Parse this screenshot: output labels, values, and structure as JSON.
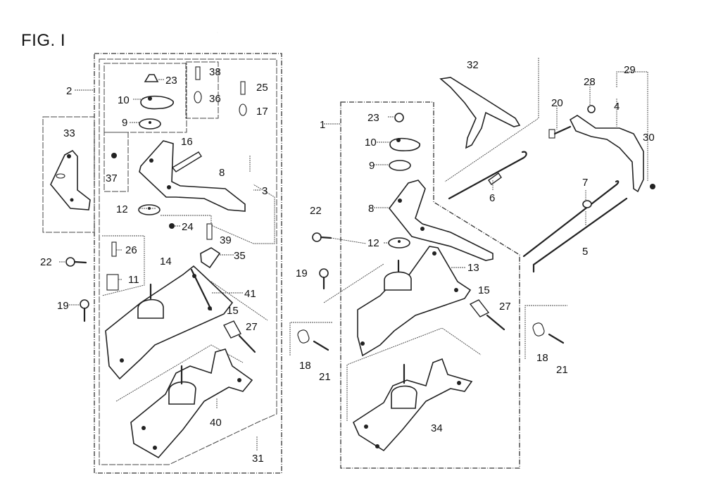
{
  "figure": {
    "title": "FIG. I",
    "type": "exploded parts diagram"
  },
  "callouts_left_assembly": [
    {
      "id": "2",
      "label": "2"
    },
    {
      "id": "23",
      "label": "23"
    },
    {
      "id": "38",
      "label": "38"
    },
    {
      "id": "10",
      "label": "10"
    },
    {
      "id": "36",
      "label": "36"
    },
    {
      "id": "25",
      "label": "25"
    },
    {
      "id": "17",
      "label": "17"
    },
    {
      "id": "9",
      "label": "9"
    },
    {
      "id": "16",
      "label": "16"
    },
    {
      "id": "33",
      "label": "33"
    },
    {
      "id": "37",
      "label": "37"
    },
    {
      "id": "8",
      "label": "8"
    },
    {
      "id": "3",
      "label": "3"
    },
    {
      "id": "12",
      "label": "12"
    },
    {
      "id": "24",
      "label": "24"
    },
    {
      "id": "39",
      "label": "39"
    },
    {
      "id": "26",
      "label": "26"
    },
    {
      "id": "35",
      "label": "35"
    },
    {
      "id": "22",
      "label": "22"
    },
    {
      "id": "14",
      "label": "14"
    },
    {
      "id": "11",
      "label": "11"
    },
    {
      "id": "41",
      "label": "41"
    },
    {
      "id": "19",
      "label": "19"
    },
    {
      "id": "15",
      "label": "15"
    },
    {
      "id": "27",
      "label": "27"
    },
    {
      "id": "40",
      "label": "40"
    },
    {
      "id": "31",
      "label": "31"
    }
  ],
  "callouts_right_assembly": [
    {
      "id": "32",
      "label": "32"
    },
    {
      "id": "29",
      "label": "29"
    },
    {
      "id": "1",
      "label": "1"
    },
    {
      "id": "23",
      "label": "23"
    },
    {
      "id": "28",
      "label": "28"
    },
    {
      "id": "20",
      "label": "20"
    },
    {
      "id": "4",
      "label": "4"
    },
    {
      "id": "10",
      "label": "10"
    },
    {
      "id": "30",
      "label": "30"
    },
    {
      "id": "9",
      "label": "9"
    },
    {
      "id": "6",
      "label": "6"
    },
    {
      "id": "7",
      "label": "7"
    },
    {
      "id": "22",
      "label": "22"
    },
    {
      "id": "8",
      "label": "8"
    },
    {
      "id": "12",
      "label": "12"
    },
    {
      "id": "5",
      "label": "5"
    },
    {
      "id": "19",
      "label": "19"
    },
    {
      "id": "13",
      "label": "13"
    },
    {
      "id": "15",
      "label": "15"
    },
    {
      "id": "27",
      "label": "27"
    },
    {
      "id": "18",
      "label": "18"
    },
    {
      "id": "21",
      "label": "21"
    },
    {
      "id": "18b",
      "label": "18"
    },
    {
      "id": "21b",
      "label": "21"
    },
    {
      "id": "34",
      "label": "34"
    }
  ]
}
